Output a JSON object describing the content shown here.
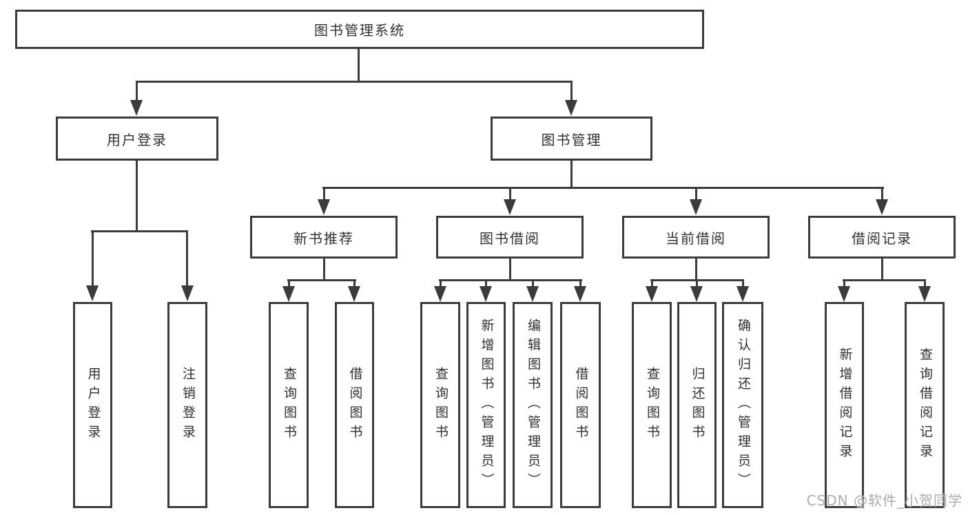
{
  "colors": {
    "line": "#3b3b3b",
    "box_border": "#3b3b3b",
    "text": "#303030",
    "watermark": "#acacac",
    "background": "#ffffff"
  },
  "watermark": {
    "text": "CSDN @软件_小贺同学"
  },
  "tree": {
    "root": "图书管理系统",
    "branches": [
      {
        "label": "用户登录",
        "leaves": [
          "用户登录",
          "注销登录"
        ]
      },
      {
        "label": "图书管理",
        "groups": [
          {
            "label": "新书推荐",
            "leaves": [
              "查询图书",
              "借阅图书"
            ]
          },
          {
            "label": "图书借阅",
            "leaves": [
              "查询图书",
              "新增图书（管理员）",
              "编辑图书（管理员）",
              "借阅图书"
            ]
          },
          {
            "label": "当前借阅",
            "leaves": [
              "查询图书",
              "归还图书",
              "确认归还（管理员）"
            ]
          },
          {
            "label": "借阅记录",
            "leaves": [
              "新增借阅记录",
              "查询借阅记录"
            ]
          }
        ]
      }
    ]
  }
}
